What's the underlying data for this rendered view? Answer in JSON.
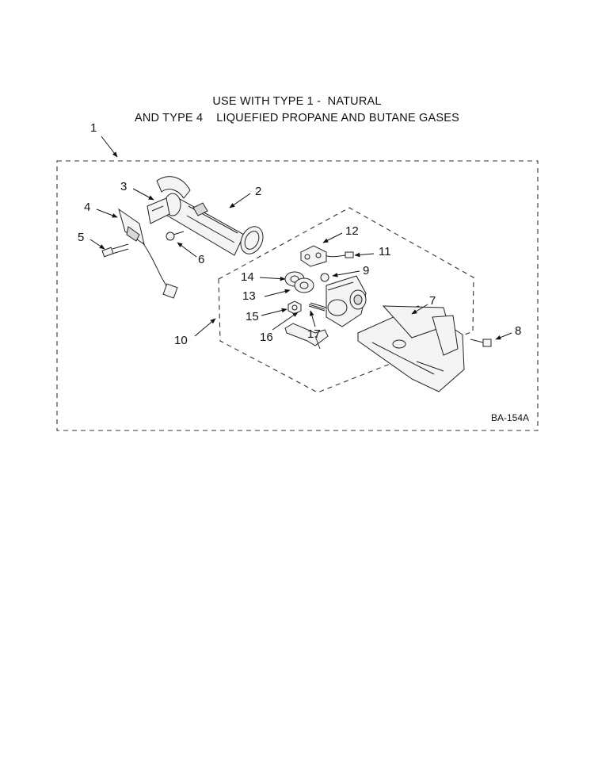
{
  "title": {
    "line1": "USE WITH TYPE 1 -  NATURAL",
    "line2": "AND TYPE 4    LIQUEFIED PROPANE AND BUTANE GASES"
  },
  "diagram_code": "BA-154A",
  "callouts": {
    "c1": "1",
    "c2": "2",
    "c3": "3",
    "c4": "4",
    "c5": "5",
    "c6": "6",
    "c7": "7",
    "c8": "8",
    "c9": "9",
    "c10": "10",
    "c11": "11",
    "c12": "12",
    "c13": "13",
    "c14": "14",
    "c15": "15",
    "c16": "16",
    "c17": "17"
  }
}
